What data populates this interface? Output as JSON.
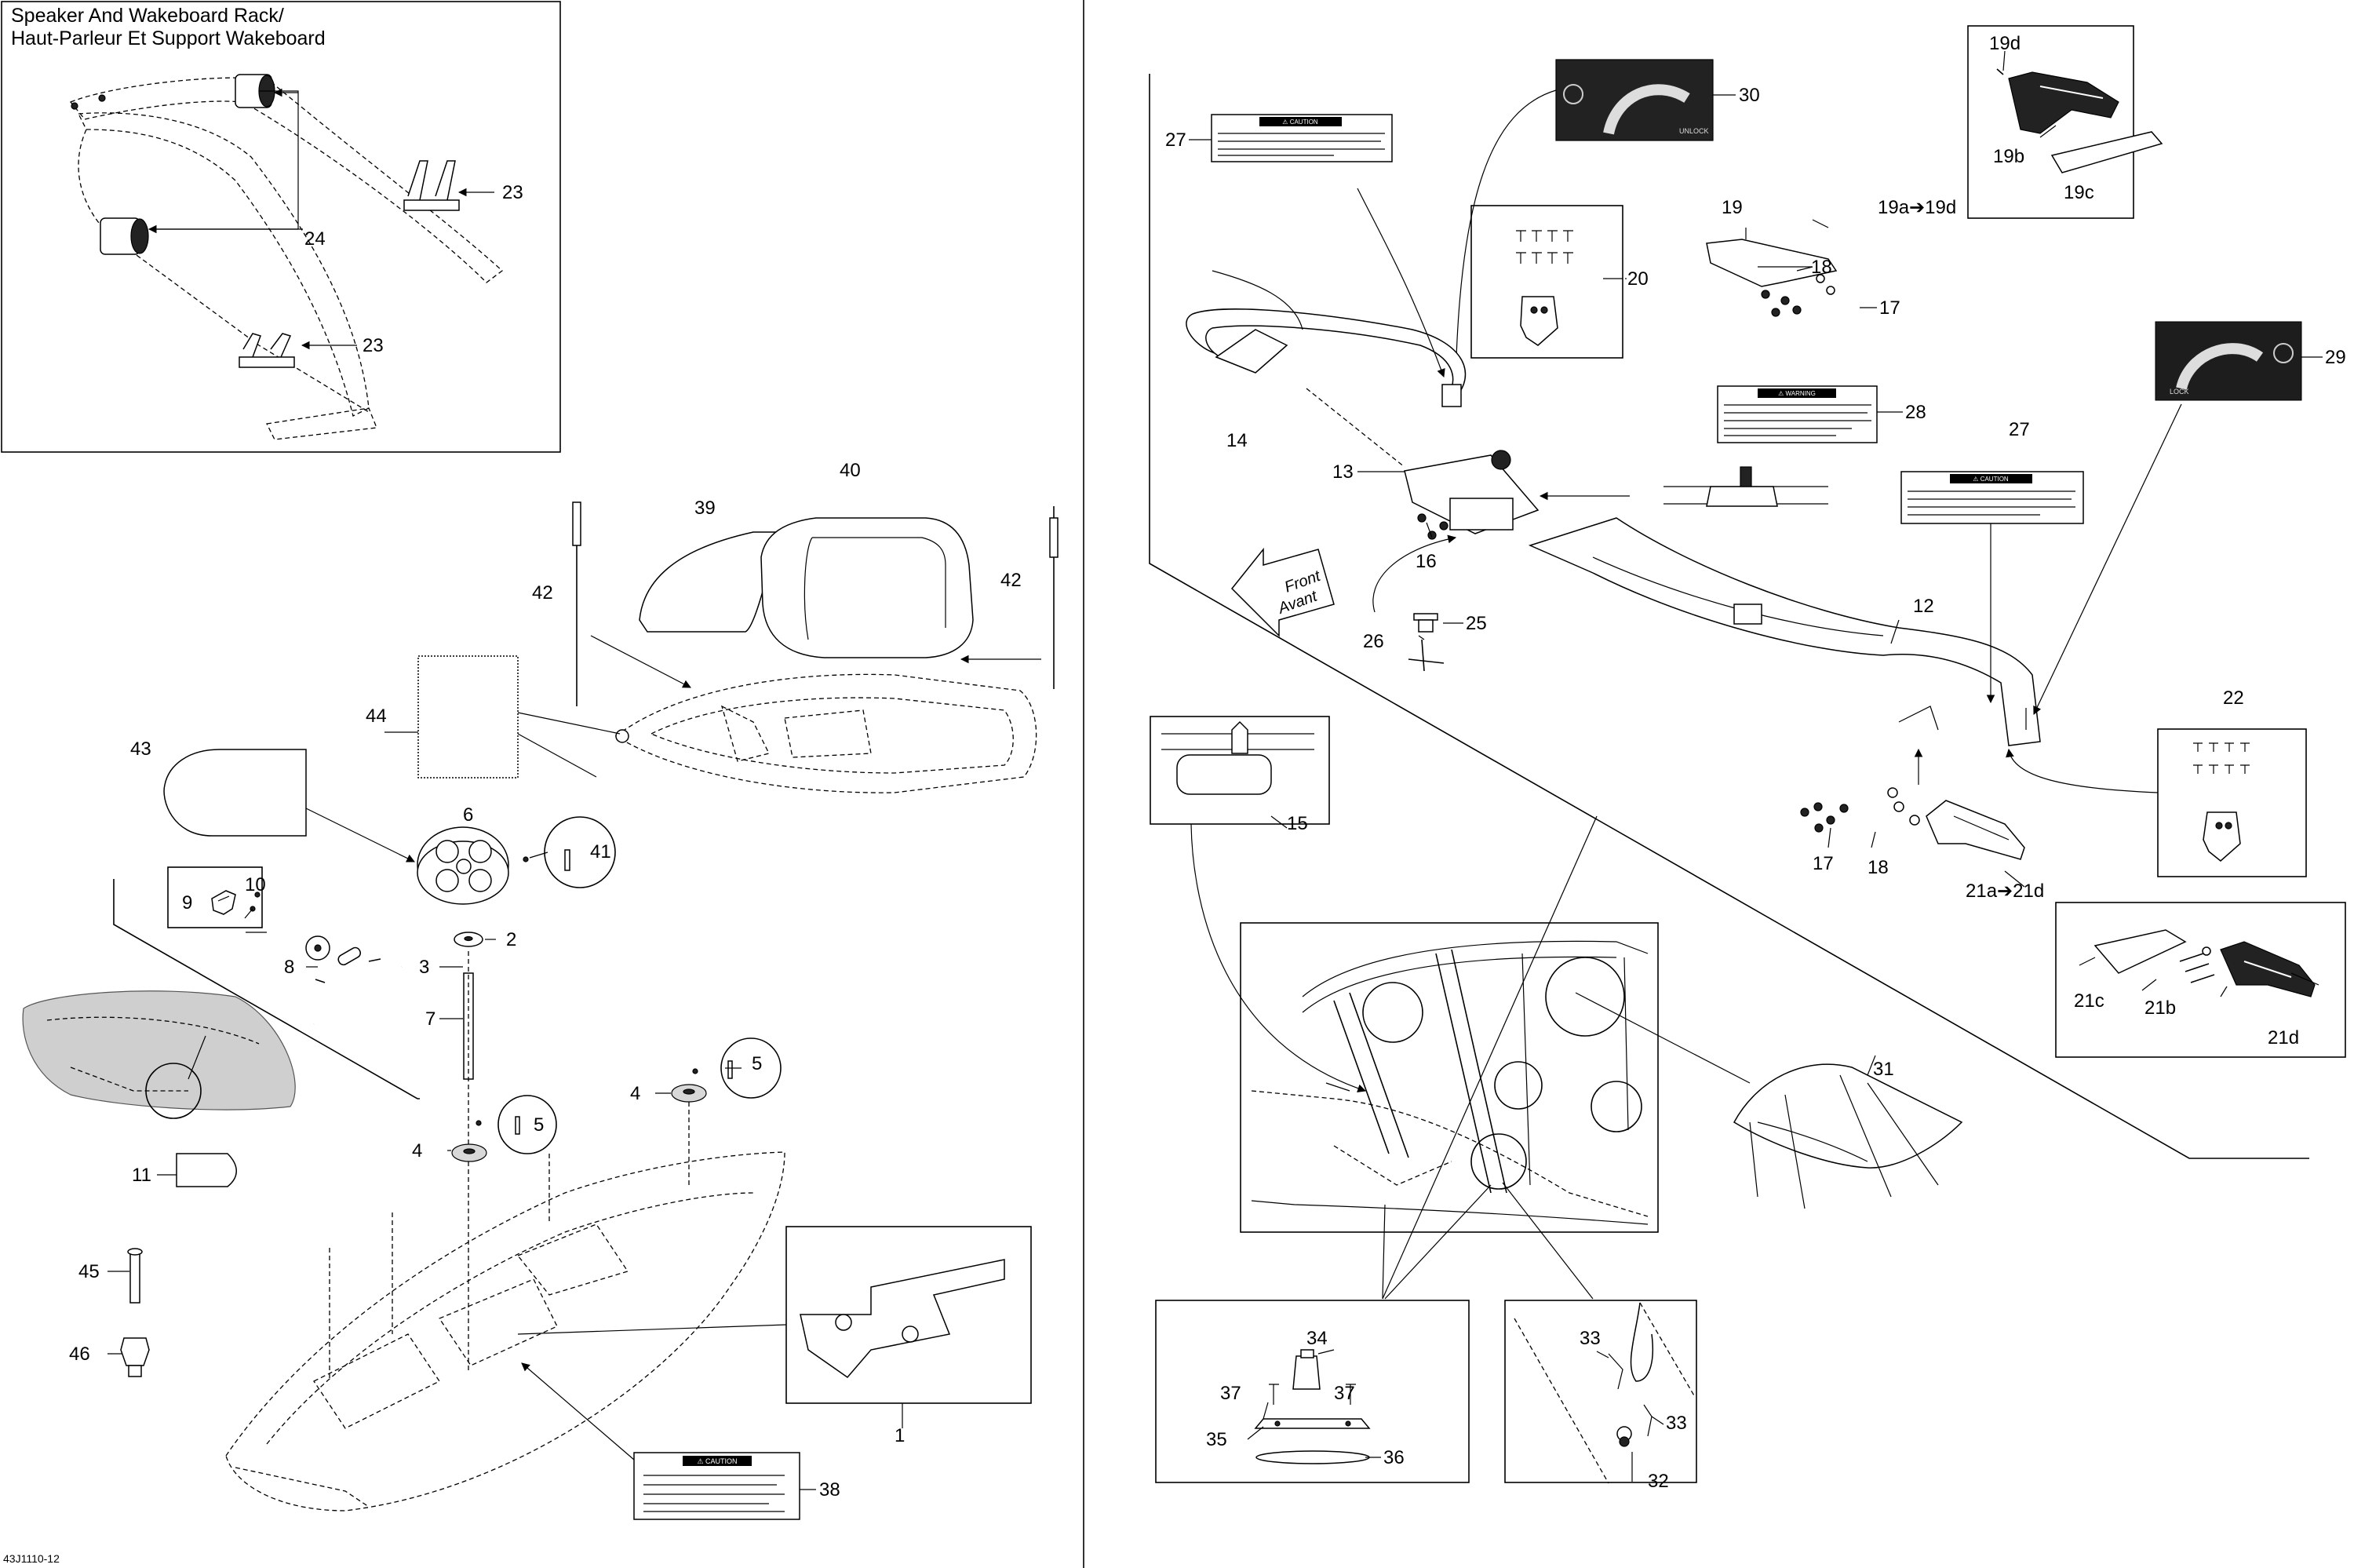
{
  "inset": {
    "title_line1": "Speaker And Wakeboard Rack/",
    "title_line2": "Haut-Parleur Et Support Wakeboard"
  },
  "decal_text": {
    "caution": "⚠ CAUTION",
    "warning": "⚠ WARNING",
    "front": "Front",
    "avant": "Avant",
    "unlock": "UNLOCK",
    "lock": "LOCK"
  },
  "doc_code": "43J1110-12",
  "callouts": {
    "c1": "1",
    "c2": "2",
    "c3": "3",
    "c4a": "4",
    "c4b": "4",
    "c5a": "5",
    "c5b": "5",
    "c6": "6",
    "c7": "7",
    "c8": "8",
    "c9": "9",
    "c10": "10",
    "c11": "11",
    "c12": "12",
    "c13": "13",
    "c14": "14",
    "c15": "15",
    "c16": "16",
    "c17a": "17",
    "c17b": "17",
    "c18a": "18",
    "c18b": "18",
    "c19": "19",
    "c19r": "19a➔19d",
    "c19b": "19b",
    "c19c": "19c",
    "c19d": "19d",
    "c20": "20",
    "c21r": "21a➔21d",
    "c21b": "21b",
    "c21c": "21c",
    "c21d": "21d",
    "c22": "22",
    "c23a": "23",
    "c23b": "23",
    "c24": "24",
    "c25": "25",
    "c26": "26",
    "c27a": "27",
    "c27b": "27",
    "c28": "28",
    "c29": "29",
    "c30": "30",
    "c31": "31",
    "c32": "32",
    "c33a": "33",
    "c33b": "33",
    "c34": "34",
    "c35": "35",
    "c36": "36",
    "c37a": "37",
    "c37b": "37",
    "c38": "38",
    "c39": "39",
    "c40": "40",
    "c41": "41",
    "c42a": "42",
    "c42b": "42",
    "c43": "43",
    "c44": "44",
    "c45": "45",
    "c46": "46"
  }
}
